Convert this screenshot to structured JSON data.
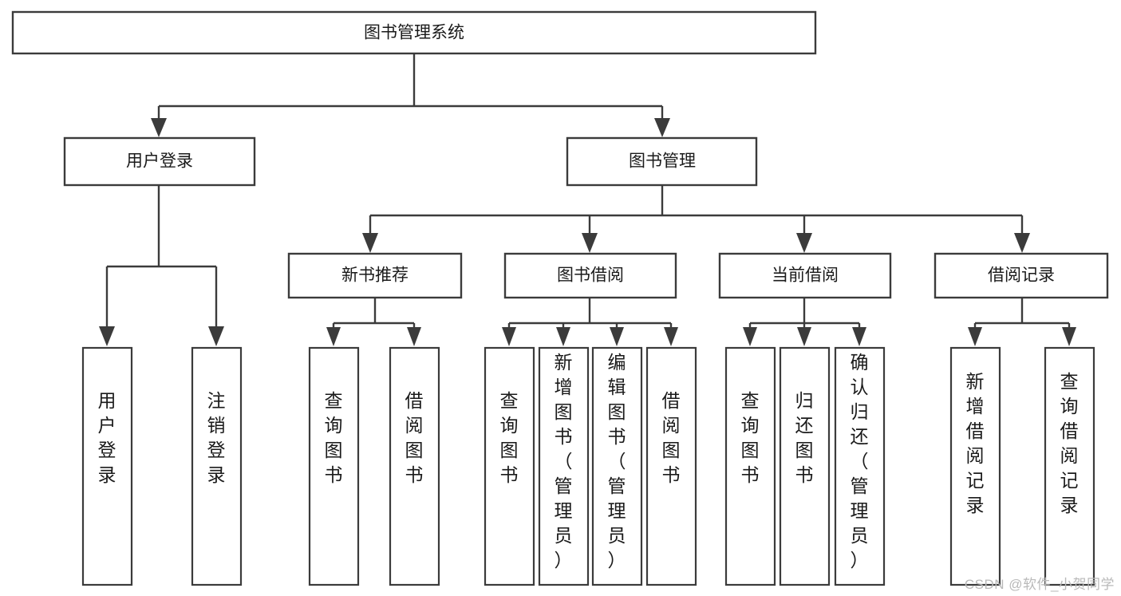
{
  "diagram": {
    "type": "tree",
    "title": "图书管理系统",
    "watermark": "CSDN @软件_小贺同学",
    "root": {
      "label": "图书管理系统"
    },
    "level2": [
      {
        "label": "用户登录"
      },
      {
        "label": "图书管理"
      }
    ],
    "level3": [
      {
        "label": "新书推荐"
      },
      {
        "label": "图书借阅"
      },
      {
        "label": "当前借阅"
      },
      {
        "label": "借阅记录"
      }
    ],
    "groups": [
      {
        "parent": "用户登录",
        "leaves": [
          {
            "label": "用户登录"
          },
          {
            "label": "注销登录"
          }
        ]
      },
      {
        "parent": "新书推荐",
        "leaves": [
          {
            "label": "查询图书"
          },
          {
            "label": "借阅图书"
          }
        ]
      },
      {
        "parent": "图书借阅",
        "leaves": [
          {
            "label": "查询图书"
          },
          {
            "label": "新增图书（管理员）"
          },
          {
            "label": "编辑图书（管理员）"
          },
          {
            "label": "借阅图书"
          }
        ]
      },
      {
        "parent": "当前借阅",
        "leaves": [
          {
            "label": "查询图书"
          },
          {
            "label": "归还图书"
          },
          {
            "label": "确认归还（管理员）"
          }
        ]
      },
      {
        "parent": "借阅记录",
        "leaves": [
          {
            "label": "新增借阅记录"
          },
          {
            "label": "查询借阅记录"
          }
        ]
      }
    ],
    "colors": {
      "stroke": "#3b3b3b",
      "fill": "#ffffff",
      "text": "#1a1a1a",
      "watermark": "#b9b9b9"
    }
  }
}
